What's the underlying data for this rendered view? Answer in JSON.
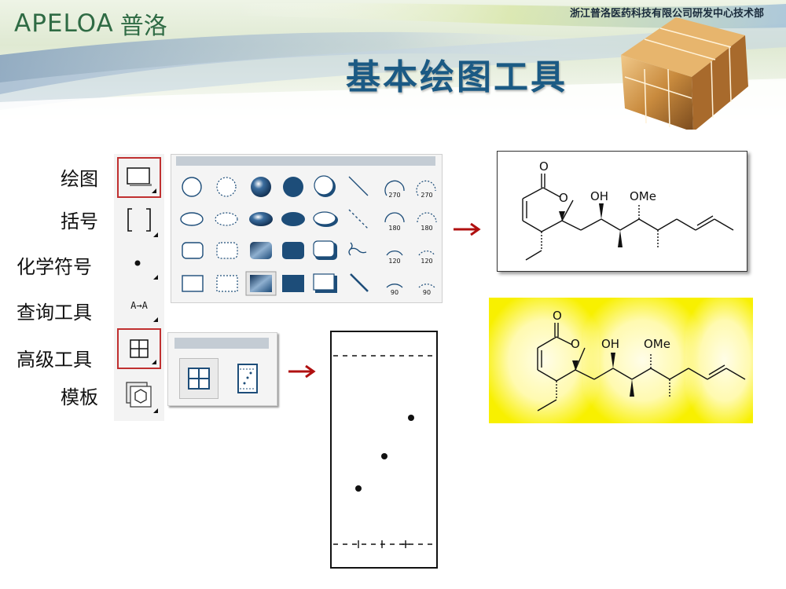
{
  "header": {
    "logo_en": "APELOA",
    "logo_cn": "普洛",
    "company": "浙江普洛医药科技有限公司研发中心技术部",
    "title": "基本绘图工具"
  },
  "categories": [
    {
      "label": "绘图",
      "icon": "rectangle-tool-icon"
    },
    {
      "label": "括号",
      "icon": "bracket-tool-icon"
    },
    {
      "label": "化学符号",
      "icon": "chemical-symbol-tool-icon"
    },
    {
      "label": "查询工具",
      "icon": "query-tool-icon"
    },
    {
      "label": "高级工具",
      "icon": "grid-tool-icon"
    },
    {
      "label": "模板",
      "icon": "template-tool-icon"
    }
  ],
  "selected_tools": [
    "绘图",
    "高级工具"
  ],
  "query_icon_text": "A→A",
  "arc_angles": [
    "270",
    "180",
    "120",
    "90"
  ],
  "molecule": {
    "oh": "OH",
    "ome": "OMe",
    "carbonyl_o": "O",
    "ring_o": "O"
  },
  "colors": {
    "title": "#1b5a84",
    "logo": "#2f6b44",
    "shape_fill": "#1d4d79",
    "highlight": "#f8f000",
    "arrow": "#b01010",
    "selection": "#c03030"
  }
}
